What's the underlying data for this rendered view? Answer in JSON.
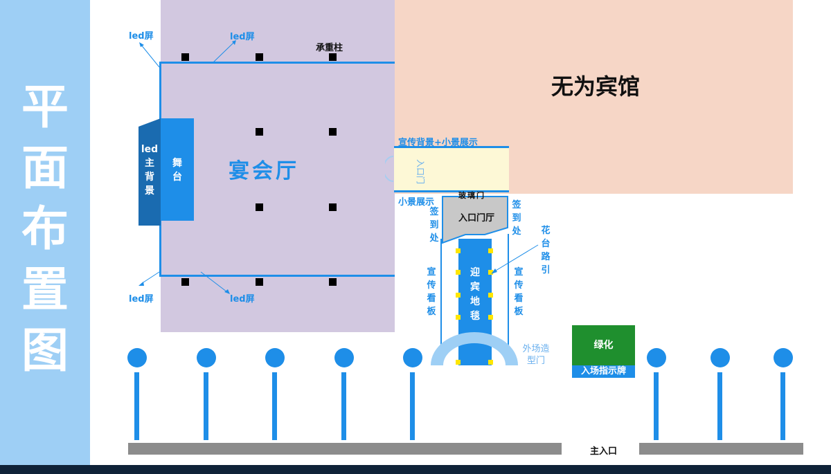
{
  "title": "平面布置图",
  "hotel": "无为宾馆",
  "banquet_hall": "宴会厅",
  "pillar_label": "承重柱",
  "stage": "舞台",
  "led_main": "led主背景",
  "led_screen": "led屏",
  "promo_backdrop": "宣传背景+小景展示",
  "entrance_door": "入口门",
  "small_display": "小景展示",
  "glass_door": "玻璃门",
  "foyer": "入口门厅",
  "sign_in": "签到处",
  "flower_path": "花台路引",
  "promo_board": "宣传看板",
  "welcome_carpet": "迎宾地毯",
  "outdoor_gate": "外场造型门",
  "greenery": "绿化",
  "entry_sign": "入场指示牌",
  "main_entrance": "主入口",
  "colors": {
    "accent_blue": "#1e8ee8",
    "sidebar": "#9ecff5",
    "banquet": "#d2c8e0",
    "hotel": "#f6d6c6",
    "promo": "#fdf8d6",
    "green": "#1f8f2e",
    "yellow_marker": "#ffe600"
  }
}
